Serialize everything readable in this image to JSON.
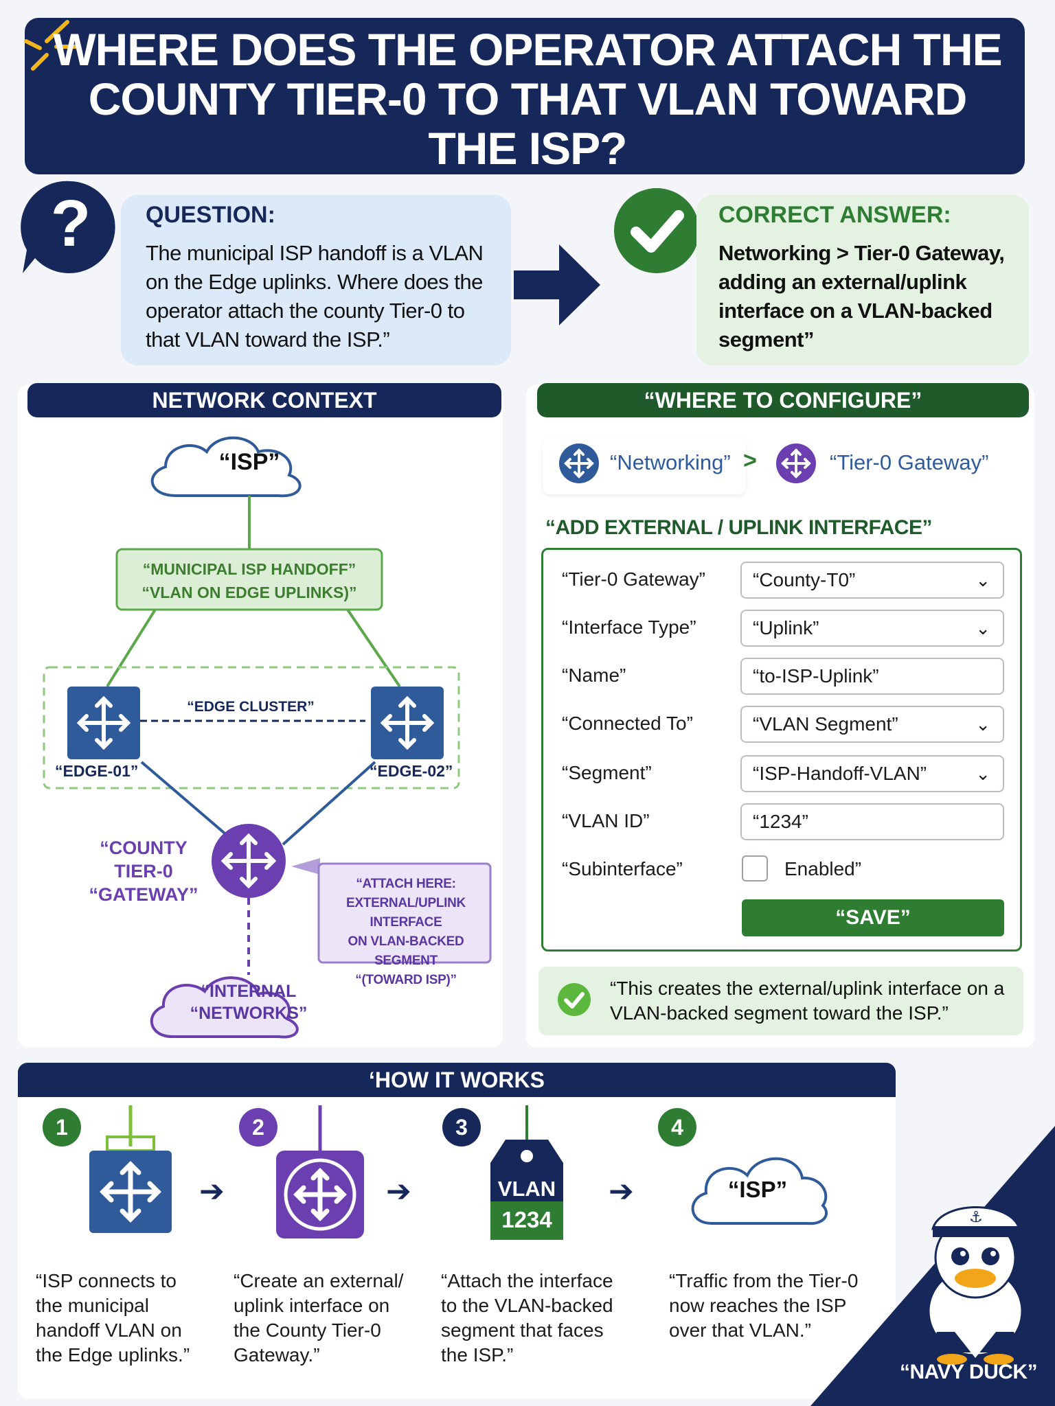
{
  "title": "WHERE DOES THE OPERATOR ATTACH THE COUNTY TIER-0 TO THAT VLAN TOWARD THE ISP?",
  "question": {
    "label": "QUESTION:",
    "text": "The municipal ISP handoff is a VLAN on the Edge uplinks. Where does the operator attach the county Tier-0 to that VLAN toward the ISP.”"
  },
  "answer": {
    "label": "CORRECT ANSWER:",
    "text": "Networking > Tier-0 Gateway, adding an external/uplink interface on a VLAN-backed segment”"
  },
  "network_context": {
    "header": "NETWORK CONTEXT",
    "isp": "“ISP”",
    "handoff_line1": "“MUNICIPAL ISP HANDOFF”",
    "handoff_line2": "“VLAN ON EDGE UPLINKS)”",
    "edge_cluster": "“EDGE CLUSTER”",
    "edge1": "“EDGE-01”",
    "edge2": "“EDGE-02”",
    "tier0_line1": "“COUNTY",
    "tier0_line2": "TIER-0",
    "tier0_line3": "“GATEWAY”",
    "attach_line1": "“ATTACH HERE:",
    "attach_line2": "EXTERNAL/UPLINK INTERFACE",
    "attach_line3": "ON VLAN-BACKED SEGMENT",
    "attach_line4": "“(TOWARD ISP)”",
    "internal_line1": "“INTERNAL",
    "internal_line2": "“NETWORKS”"
  },
  "configure": {
    "header": "“WHERE TO CONFIGURE”",
    "breadcrumb1": "“Networking”",
    "breadcrumb2": "“Tier-0 Gateway”",
    "form_title": "“ADD EXTERNAL / UPLINK INTERFACE”",
    "fields": [
      {
        "label": "“Tier-0 Gateway”",
        "value": "“County-T0”"
      },
      {
        "label": "“Interface Type”",
        "value": "“Uplink”"
      },
      {
        "label": "“Name”",
        "value": "“to-ISP-Uplink”"
      },
      {
        "label": "“Connected To”",
        "value": "“VLAN Segment”"
      },
      {
        "label": "“Segment”",
        "value": "“ISP-Handoff-VLAN”"
      },
      {
        "label": "“VLAN ID”",
        "value": "“1234”"
      }
    ],
    "subinterface_label": "“Subinterface”",
    "subinterface_value": "Enabled”",
    "save_label": "“SAVE”",
    "note": "“This creates the external/uplink interface on a VLAN-backed segment toward the ISP.”"
  },
  "how_it_works": {
    "header": "‘HOW IT WORKS",
    "vlan_tag_top": "VLAN",
    "vlan_tag_num": "1234",
    "isp": "“ISP”",
    "steps": [
      {
        "num": "1",
        "text": "“ISP connects to the municipal handoff VLAN on the Edge uplinks.”"
      },
      {
        "num": "2",
        "text": "“Create an external/ uplink interface on the County Tier-0 Gateway.”"
      },
      {
        "num": "3",
        "text": "“Attach the interface to the VLAN-backed segment that faces the ISP.”"
      },
      {
        "num": "4",
        "text": "“Traffic from the Tier-0 now reaches the ISP over that VLAN.”"
      }
    ]
  },
  "mascot_label": "“NAVY DUCK”",
  "colors": {
    "navy": "#16285a",
    "green": "#2f7d32",
    "purple": "#6b3fb0",
    "blue": "#2f5b9a"
  }
}
